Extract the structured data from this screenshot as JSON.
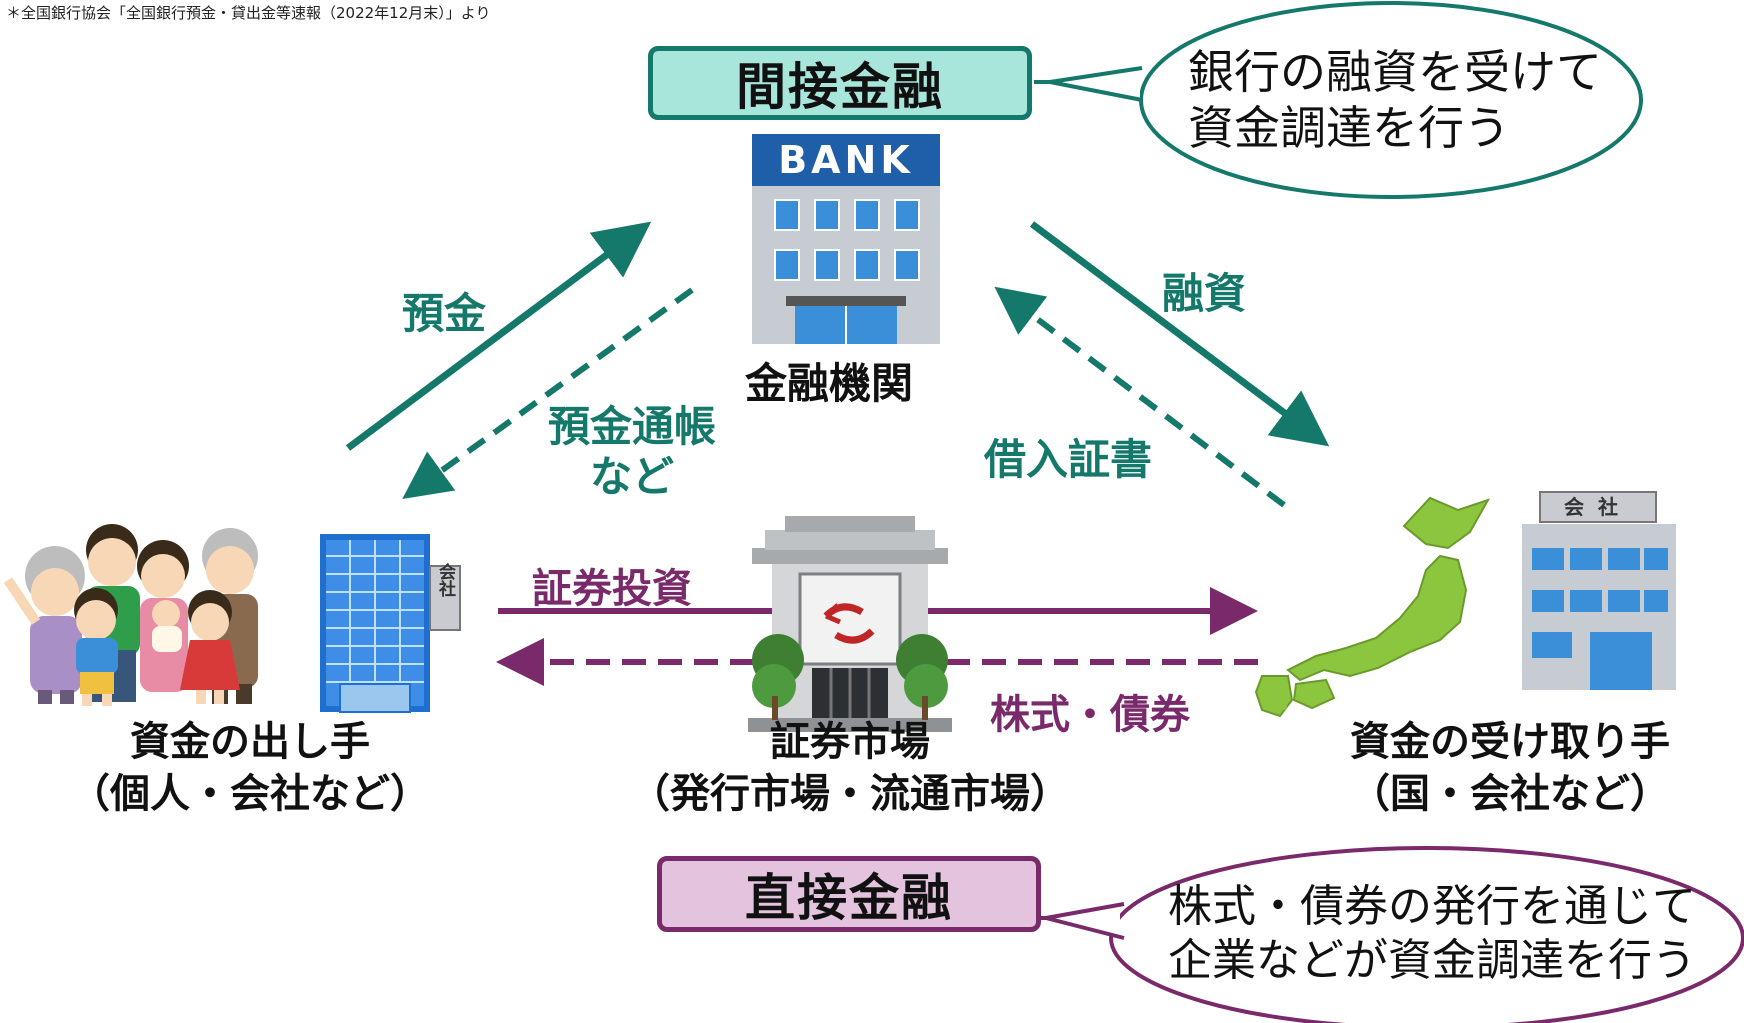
{
  "source_note": "＊全国銀行協会「全国銀行預金・貸出金等速報（2022年12月末）」より",
  "indirect": {
    "title": "間接金融",
    "description_line1": "銀行の融資を受けて",
    "description_line2": "資金調達を行う"
  },
  "direct": {
    "title": "直接金融",
    "description_line1": "株式・債券の発行を通じて",
    "description_line2": "企業などが資金調達を行う"
  },
  "bank": {
    "sign": "BANK",
    "label": "金融機関"
  },
  "arrows": {
    "deposit": "預金",
    "passbook_line1": "預金通帳",
    "passbook_line2": "など",
    "loan": "融資",
    "iou": "借入証書",
    "securities_investment": "証券投資",
    "stocks_bonds": "株式・債券"
  },
  "provider": {
    "line1": "資金の出し手",
    "line2": "（個人・会社など）",
    "building_sign": "会社"
  },
  "market": {
    "line1": "証券市場",
    "line2": "（発行市場・流通市場）"
  },
  "receiver": {
    "line1": "資金の受け取り手",
    "line2": "（国・会社など）",
    "building_sign": "会社"
  },
  "colors": {
    "teal": "#14786a",
    "purple": "#7a2a6a",
    "indirect_fill": "#a8e6dc",
    "direct_fill": "#e3c3de",
    "japan_green": "#8cc63f",
    "bank_blue": "#1f5ea8"
  }
}
